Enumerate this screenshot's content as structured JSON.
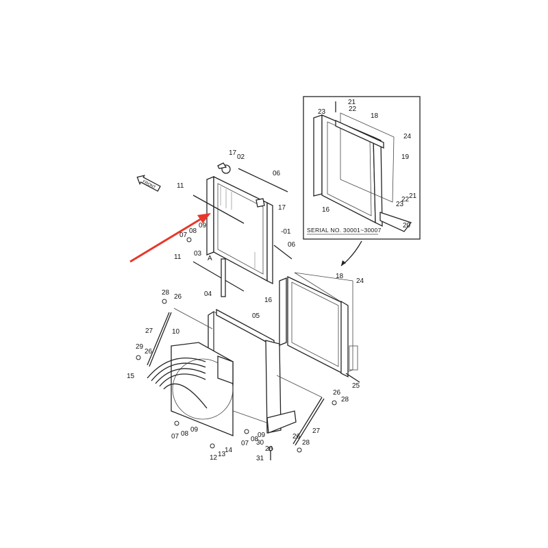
{
  "diagram": {
    "front_label": "FRONT",
    "inset": {
      "serial_note": "SERIAL NO. 30001~30007",
      "labels": [
        "21",
        "22",
        "23",
        "18",
        "24",
        "19",
        "21",
        "22",
        "23",
        "16",
        "20"
      ]
    },
    "labels": [
      "17",
      "02",
      "06",
      "11",
      "17",
      "-01",
      "09",
      "08",
      "07",
      "06",
      "11",
      "03",
      "A",
      "04",
      "28",
      "26",
      "05",
      "16",
      "18",
      "24",
      "27",
      "10",
      "29",
      "26",
      "15",
      "25",
      "26",
      "28",
      "27",
      "07",
      "08",
      "09",
      "07",
      "08",
      "09",
      "30",
      "26",
      "26",
      "28",
      "14",
      "13",
      "12",
      "31"
    ],
    "colors": {
      "line": "#222222",
      "highlight_arrow": "#e8362a"
    }
  }
}
